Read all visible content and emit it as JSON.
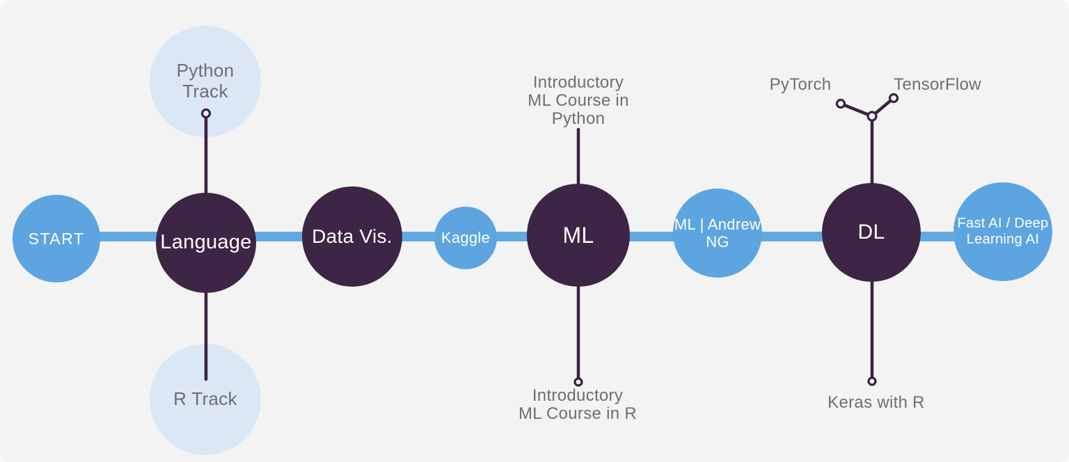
{
  "palette": {
    "background": "#f4f3f4",
    "node_blue": "#5ca5e0",
    "node_dark": "#3d2545",
    "node_light": "#dbe7f4",
    "trunk_blue": "#62a9e2",
    "stem_purple": "#3a2142",
    "label_gray": "#6e6e72",
    "node_text_light": "#ffffff"
  },
  "nodes": {
    "start": {
      "label": "START"
    },
    "language": {
      "label": "Language"
    },
    "python_track": {
      "label": [
        "Python",
        "Track"
      ]
    },
    "r_track": {
      "label": "R Track"
    },
    "data_vis": {
      "label": "Data Vis."
    },
    "kaggle": {
      "label": "Kaggle"
    },
    "ml": {
      "label": "ML"
    },
    "ml_andrew_ng": {
      "label": [
        "ML | Andrew",
        "NG"
      ]
    },
    "dl": {
      "label": "DL"
    },
    "fast_ai": {
      "label": [
        "Fast AI / Deep",
        "Learning AI"
      ]
    }
  },
  "annotations": {
    "intro_ml_python": {
      "label": [
        "Introductory",
        "ML Course in",
        "Python"
      ]
    },
    "intro_ml_r": {
      "label": [
        "Introductory",
        "ML Course in R"
      ]
    },
    "pytorch": {
      "label": "PyTorch"
    },
    "tensorflow": {
      "label": "TensorFlow"
    },
    "keras_with_r": {
      "label": "Keras with R"
    }
  }
}
